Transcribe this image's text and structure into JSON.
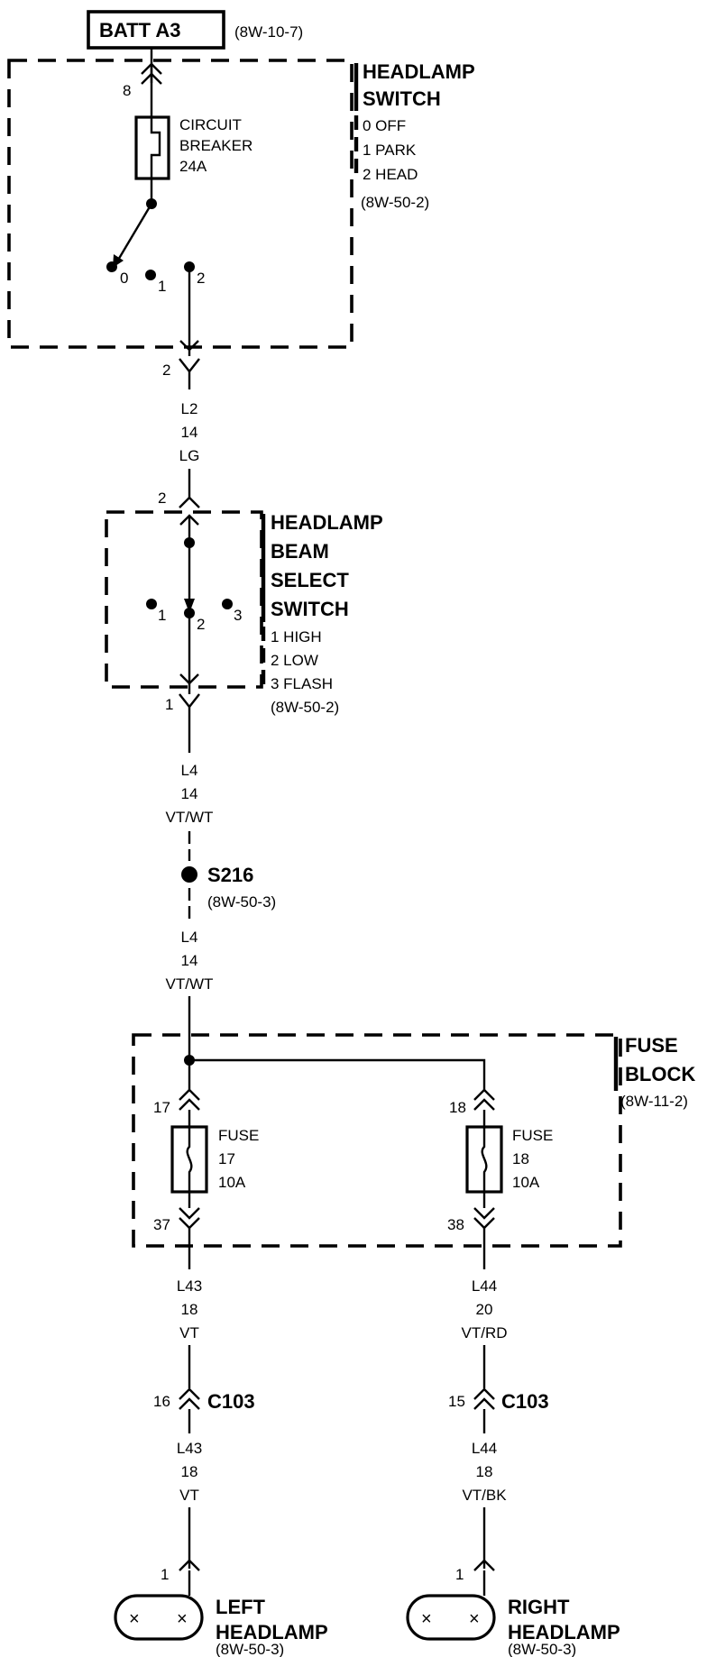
{
  "batt": {
    "label": "BATT A3",
    "ref": "(8W-10-7)"
  },
  "headlamp_switch": {
    "title_line1": "HEADLAMP",
    "title_line2": "SWITCH",
    "pos0": "0 OFF",
    "pos1": "1 PARK",
    "pos2": "2 HEAD",
    "ref": "(8W-50-2)",
    "breaker_line1": "CIRCUIT",
    "breaker_line2": "BREAKER",
    "breaker_line3": "24A",
    "pin_in": "8",
    "pin_out": "2",
    "term0": "0",
    "term1": "1",
    "term2": "2"
  },
  "wire_l2": {
    "circuit": "L2",
    "gauge": "14",
    "color": "LG"
  },
  "beam_select": {
    "title_line1": "HEADLAMP",
    "title_line2": "BEAM",
    "title_line3": "SELECT",
    "title_line4": "SWITCH",
    "pos1": "1 HIGH",
    "pos2": "2 LOW",
    "pos3": "3 FLASH",
    "ref": "(8W-50-2)",
    "pin_in": "2",
    "pin_out": "1",
    "term1": "1",
    "term2": "2",
    "term3": "3"
  },
  "wire_l4_top": {
    "circuit": "L4",
    "gauge": "14",
    "color": "VT/WT"
  },
  "splice": {
    "label": "S216",
    "ref": "(8W-50-3)"
  },
  "wire_l4_bottom": {
    "circuit": "L4",
    "gauge": "14",
    "color": "VT/WT"
  },
  "fuse_block": {
    "title_line1": "FUSE",
    "title_line2": "BLOCK",
    "ref": "(8W-11-2)",
    "fuse17": {
      "label": "FUSE",
      "number": "17",
      "rating": "10A",
      "pin_in": "17",
      "pin_out": "37"
    },
    "fuse18": {
      "label": "FUSE",
      "number": "18",
      "rating": "10A",
      "pin_in": "18",
      "pin_out": "38"
    }
  },
  "left_branch": {
    "wire_upper": {
      "circuit": "L43",
      "gauge": "18",
      "color": "VT"
    },
    "connector": {
      "pin": "16",
      "name": "C103"
    },
    "wire_lower": {
      "circuit": "L43",
      "gauge": "18",
      "color": "VT"
    },
    "lamp_pin": "1",
    "lamp_line1": "LEFT",
    "lamp_line2": "HEADLAMP",
    "lamp_ref": "(8W-50-3)"
  },
  "right_branch": {
    "wire_upper": {
      "circuit": "L44",
      "gauge": "20",
      "color": "VT/RD"
    },
    "connector": {
      "pin": "15",
      "name": "C103"
    },
    "wire_lower": {
      "circuit": "L44",
      "gauge": "18",
      "color": "VT/BK"
    },
    "lamp_pin": "1",
    "lamp_line1": "RIGHT",
    "lamp_line2": "HEADLAMP",
    "lamp_ref": "(8W-50-3)"
  }
}
